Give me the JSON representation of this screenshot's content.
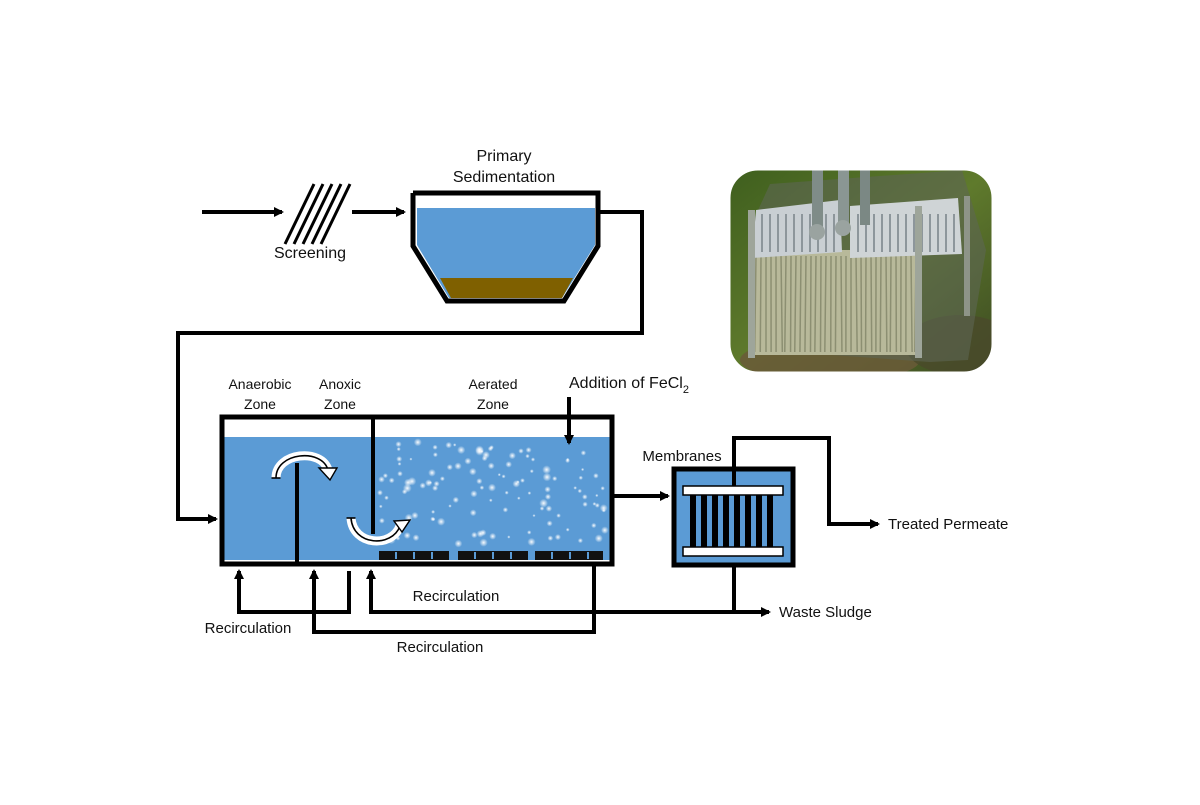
{
  "labels": {
    "primary_1": "Primary",
    "primary_2": "Sedimentation",
    "screening": "Screening",
    "anaerobic_1": "Anaerobic",
    "anaerobic_2": "Zone",
    "anoxic_1": "Anoxic",
    "anoxic_2": "Zone",
    "aerated_1": "Aerated",
    "aerated_2": "Zone",
    "fecl2_main": "Addition of FeCl",
    "fecl2_sub": "2",
    "membranes": "Membranes",
    "treated_permeate": "Treated Permeate",
    "waste_sludge": "Waste Sludge",
    "recirc_left": "Recirculation",
    "recirc_mid": "Recirculation",
    "recirc_bottom": "Recirculation"
  },
  "colors": {
    "water": "#5b9bd5",
    "sludge": "#7f6000",
    "line": "#000000",
    "photo_green": "#55702a",
    "photo_gray": "#a7aea3"
  },
  "photo": {
    "subject": "membrane-module-photo"
  }
}
